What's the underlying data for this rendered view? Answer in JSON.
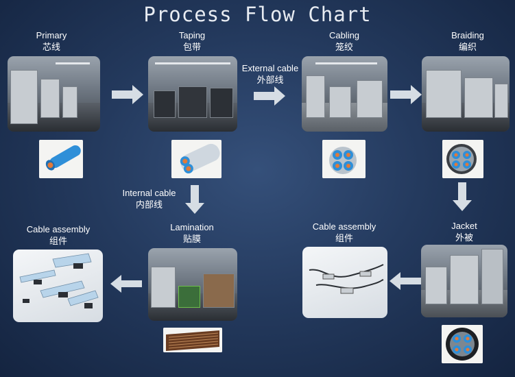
{
  "title": "Process Flow Chart",
  "steps": {
    "primary": {
      "en": "Primary",
      "zh": "芯线"
    },
    "taping": {
      "en": "Taping",
      "zh": "包带"
    },
    "cabling": {
      "en": "Cabling",
      "zh": "笼绞"
    },
    "braiding": {
      "en": "Braiding",
      "zh": "编织"
    },
    "jacket": {
      "en": "Jacket",
      "zh": "外被"
    },
    "assembly_right": {
      "en": "Cable assembly",
      "zh": "组件"
    },
    "lamination": {
      "en": "Lamination",
      "zh": "贴膜"
    },
    "assembly_left": {
      "en": "Cable assembly",
      "zh": "组件"
    }
  },
  "branches": {
    "external": {
      "en": "External cable",
      "zh": "外部线"
    },
    "internal": {
      "en": "Internal cable",
      "zh": "内部线"
    }
  },
  "colors": {
    "arrow": "#d6dde4",
    "copper": "#e07a3a",
    "insulation": "#2f8fd8"
  }
}
